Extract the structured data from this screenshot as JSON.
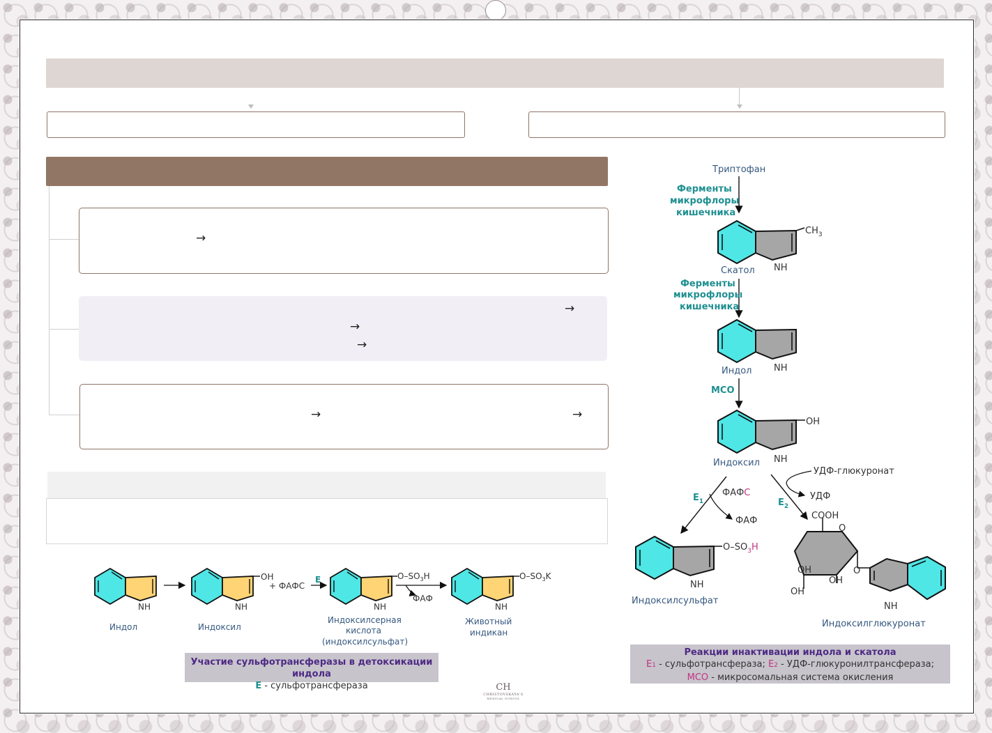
{
  "colors": {
    "benzene": "#4fe6e6",
    "ring_gray": "#a6a6a6",
    "ring_yellow": "#ffd475",
    "teal": "#1f8f91",
    "pink": "#c2347f",
    "purple": "#4e2a84",
    "brown_bar": "#927665",
    "top_bar": "#ddd6d2",
    "caption_bg": "#c7c4cc"
  },
  "logo": {
    "mark": "CH",
    "line1": "CHRISTOVSKAYA'S",
    "line2": "MEDICAL SCHOOL"
  },
  "sulfo": {
    "indol": "Индол",
    "indoxyl": "Индоксил",
    "plus_faps": "+ ФАФС",
    "enzyme": "E",
    "faf": "ФАФ",
    "oh": "OH",
    "nh": "NH",
    "so3h_pre": "O–SO",
    "so3h_sub": "3",
    "so3h_post": "H",
    "so3k_pre": "O–SO",
    "so3k_sub": "3",
    "so3k_post": "K",
    "acid_l1": "Индоксилсерная",
    "acid_l2": "кислота",
    "acid_l3": "(индоксилсульфат)",
    "indican_l1": "Животный",
    "indican_l2": "индикан",
    "caption_title": "Участие сульфотрансферазы в детоксикации индола",
    "caption_e": "E",
    "caption_rest": " - сульфотрансфераза"
  },
  "path": {
    "tryptophan": "Триптофан",
    "ferm1_l1": "Ферменты",
    "ferm1_l2": "микрофлоры",
    "ferm1_l3": "кишечника",
    "ferm2_l1": "Ферменты",
    "ferm2_l2": "микрофлоры",
    "ferm2_l3": "кишечника",
    "ch3_pre": "CH",
    "ch3_sub": "3",
    "skatol": "Скатол",
    "nh": "NH",
    "indol": "Индол",
    "mso": "МСО",
    "oh": "OH",
    "indoxyl": "Индоксил",
    "udf_gluc": "УДФ-глюкуронат",
    "udf": "УДФ",
    "e1": "E",
    "e1_sub": "1",
    "e2": "E",
    "e2_sub": "2",
    "fafs_pre": "ФАФ",
    "fafs_c": "С",
    "faf": "ФАФ",
    "sulfate_pre": "O–SO",
    "sulfate_sub": "3",
    "sulfate_post": "H",
    "indoxylsulfate": "Индоксилсульфат",
    "cooh": "COOH",
    "o": "O",
    "indoxylglucuronate": "Индоксилглюкуронат",
    "caption_title": "Реакции инактивации индола и скатола",
    "cap_e1": "E",
    "cap_e1_sub": "1",
    "cap_e1_text": " - сульфотрансфераза; ",
    "cap_e2": "E",
    "cap_e2_sub": "2",
    "cap_e2_text": " - УДФ-глюкуронилтрансфераза;",
    "cap_mso": "МСО",
    "cap_mso_text": " - микросомальная система окисления"
  }
}
